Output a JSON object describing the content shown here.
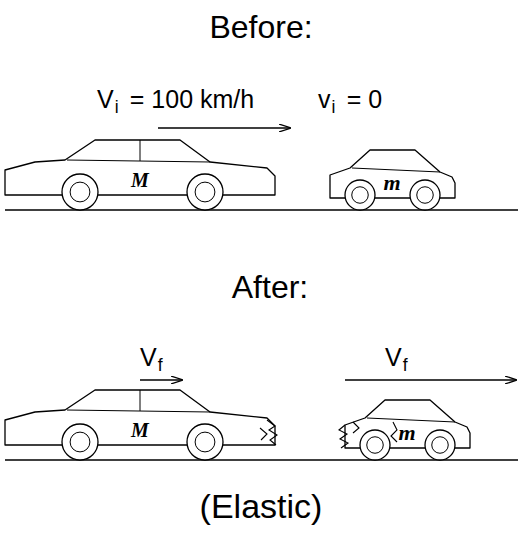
{
  "diagram": {
    "nodes": [
      {
        "text": [
          "M"
        ]
      },
      {
        "text": [
          "m"
        ]
      },
      {
        "text": [
          "M"
        ]
      },
      {
        "text": [
          "m"
        ]
      }
    ],
    "labels": [
      "Before:",
      "V",
      "i",
      "= 100 km/h",
      "v",
      "i",
      "= 0",
      "After:",
      "V",
      "f",
      "V",
      "f",
      "(Elastic)"
    ]
  }
}
